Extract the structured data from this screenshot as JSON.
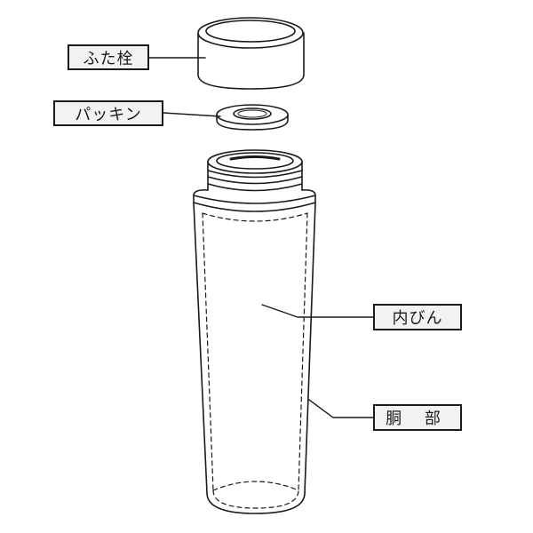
{
  "labels": {
    "cap_plug": "ふた栓",
    "packing": "パッキン",
    "inner_bottle": "内びん",
    "body": "胴 部"
  },
  "colors": {
    "line": "#1a1a1a",
    "label_fill": "#f2f2f2",
    "background": "#ffffff"
  }
}
